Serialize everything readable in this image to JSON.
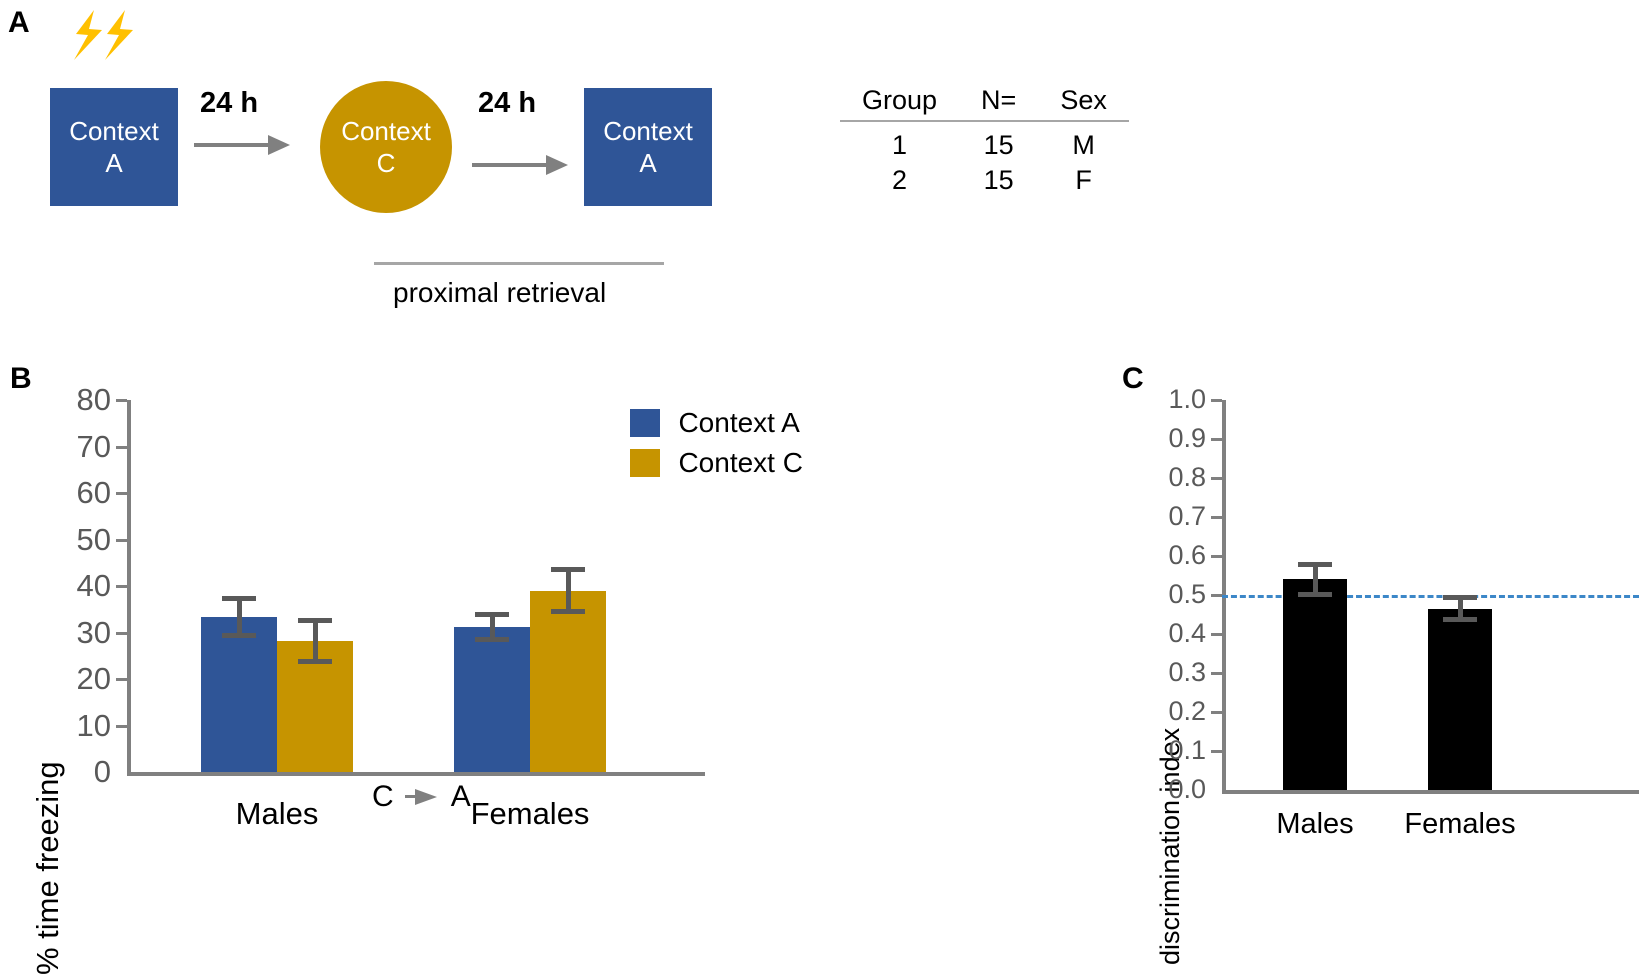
{
  "panels": {
    "a": {
      "letter": "A",
      "shock_icon": "lightning-bolt-icon",
      "steps": [
        {
          "type": "box",
          "line1": "Context",
          "line2": "A",
          "color": "#2F5597"
        },
        {
          "type": "circle",
          "line1": "Context",
          "line2": "C",
          "color": "#C69400"
        },
        {
          "type": "box",
          "line1": "Context",
          "line2": "A",
          "color": "#2F5597"
        }
      ],
      "interval_labels": [
        "24 h",
        "24 h"
      ],
      "bracket_caption": "proximal retrieval",
      "table": {
        "headers": [
          "Group",
          "N=",
          "Sex"
        ],
        "rows": [
          [
            "1",
            "15",
            "M"
          ],
          [
            "2",
            "15",
            "F"
          ]
        ]
      }
    },
    "b": {
      "letter": "B",
      "annotation": {
        "left": "C",
        "right": "A",
        "arrow": "arrow-right-icon"
      },
      "legend": [
        {
          "label": "Context A",
          "color": "#2F5597"
        },
        {
          "label": "Context C",
          "color": "#C69400"
        }
      ]
    },
    "c": {
      "letter": "C"
    }
  },
  "chart_data": [
    {
      "type": "bar",
      "panel": "B",
      "title": "",
      "xlabel": "",
      "ylabel": "% time freezing",
      "categories": [
        "Males",
        "Females"
      ],
      "ylim": [
        0,
        80
      ],
      "yticks": [
        0,
        10,
        20,
        30,
        40,
        50,
        60,
        70,
        80
      ],
      "ytick_labels": [
        "0",
        "10",
        "20",
        "30",
        "40",
        "50",
        "60",
        "70",
        "80"
      ],
      "grid": false,
      "legend_position": "top-right",
      "series": [
        {
          "name": "Context A",
          "color": "#2F5597",
          "values": [
            33.4,
            31.2
          ],
          "errors": [
            4.5,
            3.2
          ]
        },
        {
          "name": "Context C",
          "color": "#C69400",
          "values": [
            28.2,
            39.0
          ],
          "errors": [
            5.0,
            5.0
          ]
        }
      ]
    },
    {
      "type": "bar",
      "panel": "C",
      "title": "",
      "xlabel": "",
      "ylabel": "discrimination index",
      "categories": [
        "Males",
        "Females"
      ],
      "ylim": [
        0,
        1.0
      ],
      "yticks": [
        0.0,
        0.1,
        0.2,
        0.3,
        0.4,
        0.5,
        0.6,
        0.7,
        0.8,
        0.9,
        1.0
      ],
      "ytick_labels": [
        "0.0",
        "0.1",
        "0.2",
        "0.3",
        "0.4",
        "0.5",
        "0.6",
        "0.7",
        "0.8",
        "0.9",
        "1.0"
      ],
      "grid": false,
      "reference_line": {
        "value": 0.5,
        "color": "#3C87C8",
        "style": "dashed"
      },
      "series": [
        {
          "name": "discrimination index",
          "color": "#000000",
          "values": [
            0.54,
            0.465
          ],
          "errors": [
            0.045,
            0.035
          ]
        }
      ]
    }
  ]
}
